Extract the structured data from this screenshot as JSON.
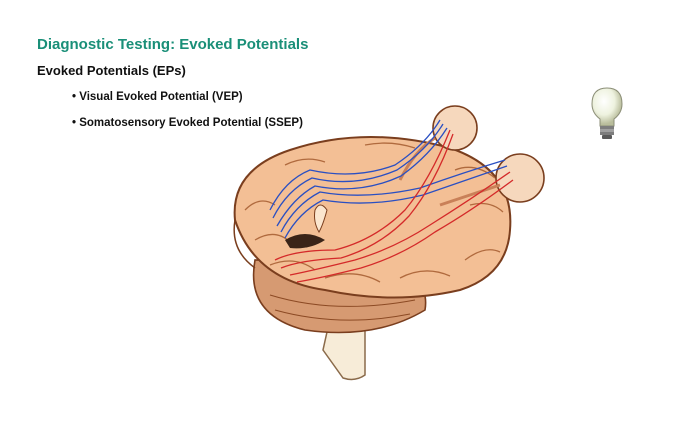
{
  "slide": {
    "title": "Diagnostic Testing: Evoked Potentials",
    "heading": "Evoked Potentials (EPs)",
    "bullets": [
      "Visual Evoked Potential (VEP)",
      "Somatosensory Evoked Potential (SSEP)"
    ]
  },
  "illustration": {
    "subject": "brain-with-eyes-visual-pathway",
    "icon": "lightbulb-icon"
  },
  "colors": {
    "title": "#1a8f78",
    "text": "#111111",
    "pathway_blue": "#2a4fc2",
    "pathway_red": "#d42a2a",
    "brain_fill": "#f3bf95",
    "brain_outline": "#7a3e1e"
  }
}
